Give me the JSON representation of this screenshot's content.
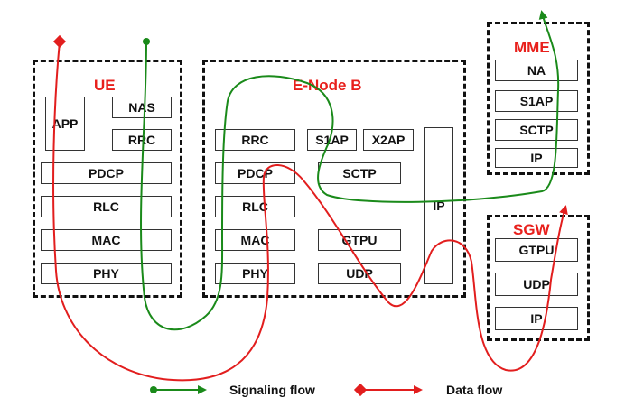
{
  "colors": {
    "signaling": "#1a8a1a",
    "data": "#e21e1e",
    "title": "#e8201c"
  },
  "ue": {
    "title": "UE",
    "app": "APP",
    "nas": "NAS",
    "rrc": "RRC",
    "pdcp": "PDCP",
    "rlc": "RLC",
    "mac": "MAC",
    "phy": "PHY"
  },
  "enb": {
    "title": "E-Node B",
    "rrc": "RRC",
    "s1ap": "S1AP",
    "x2ap": "X2AP",
    "pdcp": "PDCP",
    "sctp": "SCTP",
    "rlc": "RLC",
    "mac": "MAC",
    "gtpu": "GTPU",
    "phy": "PHY",
    "udp": "UDP",
    "ip": "IP"
  },
  "mme": {
    "title": "MME",
    "na": "NA",
    "s1ap": "S1AP",
    "sctp": "SCTP",
    "ip": "IP"
  },
  "sgw": {
    "title": "SGW",
    "gtpu": "GTPU",
    "udp": "UDP",
    "ip": "IP"
  },
  "legend": {
    "signaling": "Signaling flow",
    "data": "Data flow"
  }
}
